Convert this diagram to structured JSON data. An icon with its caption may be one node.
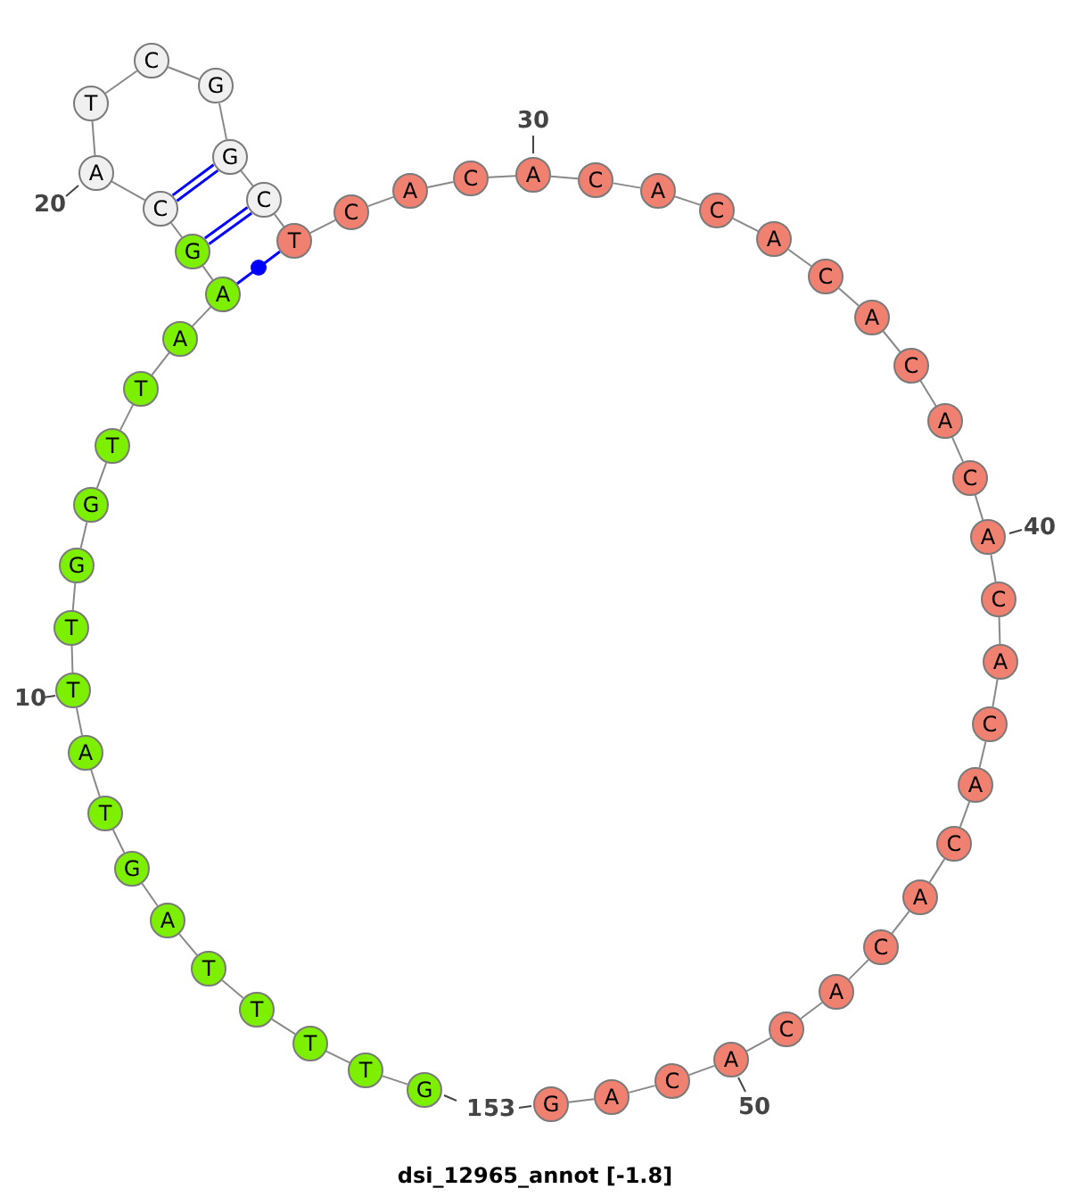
{
  "diagram": {
    "title": "dsi_12965_annot [-1.8]",
    "nodes": [
      {
        "text": [
          "G"
        ],
        "beside": [
          "1"
        ]
      },
      {
        "text": [
          "T"
        ]
      },
      {
        "text": [
          "T"
        ]
      },
      {
        "text": [
          "T"
        ]
      },
      {
        "text": [
          "T"
        ]
      },
      {
        "text": [
          "A"
        ]
      },
      {
        "text": [
          "G"
        ]
      },
      {
        "text": [
          "T"
        ]
      },
      {
        "text": [
          "A"
        ]
      },
      {
        "text": [
          "T"
        ],
        "beside": [
          "10"
        ]
      },
      {
        "text": [
          "T"
        ]
      },
      {
        "text": [
          "G"
        ]
      },
      {
        "text": [
          "G"
        ]
      },
      {
        "text": [
          "T"
        ]
      },
      {
        "text": [
          "T"
        ]
      },
      {
        "text": [
          "A"
        ]
      },
      {
        "text": [
          "A"
        ]
      },
      {
        "text": [
          "G"
        ]
      },
      {
        "text": [
          "C"
        ]
      },
      {
        "text": [
          "A"
        ],
        "beside": [
          "20"
        ]
      },
      {
        "text": [
          "T"
        ]
      },
      {
        "text": [
          "C"
        ]
      },
      {
        "text": [
          "G"
        ]
      },
      {
        "text": [
          "G"
        ]
      },
      {
        "text": [
          "C"
        ]
      },
      {
        "text": [
          "T"
        ]
      },
      {
        "text": [
          "C"
        ]
      },
      {
        "text": [
          "A"
        ]
      },
      {
        "text": [
          "C"
        ]
      },
      {
        "text": [
          "A"
        ],
        "beside": [
          "30"
        ]
      },
      {
        "text": [
          "C"
        ]
      },
      {
        "text": [
          "A"
        ]
      },
      {
        "text": [
          "C"
        ]
      },
      {
        "text": [
          "A"
        ]
      },
      {
        "text": [
          "C"
        ]
      },
      {
        "text": [
          "A"
        ]
      },
      {
        "text": [
          "C"
        ]
      },
      {
        "text": [
          "A"
        ]
      },
      {
        "text": [
          "C"
        ]
      },
      {
        "text": [
          "A"
        ],
        "beside": [
          "40"
        ]
      },
      {
        "text": [
          "C"
        ]
      },
      {
        "text": [
          "A"
        ]
      },
      {
        "text": [
          "C"
        ]
      },
      {
        "text": [
          "A"
        ]
      },
      {
        "text": [
          "C"
        ]
      },
      {
        "text": [
          "A"
        ]
      },
      {
        "text": [
          "C"
        ]
      },
      {
        "text": [
          "A"
        ]
      },
      {
        "text": [
          "C"
        ]
      },
      {
        "text": [
          "A"
        ],
        "beside": [
          "50"
        ]
      },
      {
        "text": [
          "C"
        ]
      },
      {
        "text": [
          "A"
        ]
      },
      {
        "text": [
          "G"
        ],
        "beside": [
          "53"
        ]
      }
    ],
    "edges": [
      {
        "from": 0,
        "to": 1,
        "arrow": "none"
      },
      {
        "from": 1,
        "to": 2,
        "arrow": "none"
      },
      {
        "from": 2,
        "to": 3,
        "arrow": "none"
      },
      {
        "from": 3,
        "to": 4,
        "arrow": "none"
      },
      {
        "from": 4,
        "to": 5,
        "arrow": "none"
      },
      {
        "from": 5,
        "to": 6,
        "arrow": "none"
      },
      {
        "from": 6,
        "to": 7,
        "arrow": "none"
      },
      {
        "from": 7,
        "to": 8,
        "arrow": "none"
      },
      {
        "from": 8,
        "to": 9,
        "arrow": "none"
      },
      {
        "from": 9,
        "to": 10,
        "arrow": "none"
      },
      {
        "from": 10,
        "to": 11,
        "arrow": "none"
      },
      {
        "from": 11,
        "to": 12,
        "arrow": "none"
      },
      {
        "from": 12,
        "to": 13,
        "arrow": "none"
      },
      {
        "from": 13,
        "to": 14,
        "arrow": "none"
      },
      {
        "from": 14,
        "to": 15,
        "arrow": "none"
      },
      {
        "from": 15,
        "to": 16,
        "arrow": "none"
      },
      {
        "from": 16,
        "to": 17,
        "arrow": "none"
      },
      {
        "from": 17,
        "to": 18,
        "arrow": "none"
      },
      {
        "from": 18,
        "to": 19,
        "arrow": "none"
      },
      {
        "from": 19,
        "to": 20,
        "arrow": "none"
      },
      {
        "from": 20,
        "to": 21,
        "arrow": "none"
      },
      {
        "from": 21,
        "to": 22,
        "arrow": "none"
      },
      {
        "from": 22,
        "to": 23,
        "arrow": "none"
      },
      {
        "from": 23,
        "to": 24,
        "arrow": "none"
      },
      {
        "from": 24,
        "to": 25,
        "arrow": "none"
      },
      {
        "from": 25,
        "to": 26,
        "arrow": "none"
      },
      {
        "from": 26,
        "to": 27,
        "arrow": "none"
      },
      {
        "from": 27,
        "to": 28,
        "arrow": "none"
      },
      {
        "from": 28,
        "to": 29,
        "arrow": "none"
      },
      {
        "from": 29,
        "to": 30,
        "arrow": "none"
      },
      {
        "from": 30,
        "to": 31,
        "arrow": "none"
      },
      {
        "from": 31,
        "to": 32,
        "arrow": "none"
      },
      {
        "from": 32,
        "to": 33,
        "arrow": "none"
      },
      {
        "from": 33,
        "to": 34,
        "arrow": "none"
      },
      {
        "from": 34,
        "to": 35,
        "arrow": "none"
      },
      {
        "from": 35,
        "to": 36,
        "arrow": "none"
      },
      {
        "from": 36,
        "to": 37,
        "arrow": "none"
      },
      {
        "from": 37,
        "to": 38,
        "arrow": "none"
      },
      {
        "from": 38,
        "to": 39,
        "arrow": "none"
      },
      {
        "from": 39,
        "to": 40,
        "arrow": "none"
      },
      {
        "from": 40,
        "to": 41,
        "arrow": "none"
      },
      {
        "from": 41,
        "to": 42,
        "arrow": "none"
      },
      {
        "from": 42,
        "to": 43,
        "arrow": "none"
      },
      {
        "from": 43,
        "to": 44,
        "arrow": "none"
      },
      {
        "from": 44,
        "to": 45,
        "arrow": "none"
      },
      {
        "from": 45,
        "to": 46,
        "arrow": "none"
      },
      {
        "from": 46,
        "to": 47,
        "arrow": "none"
      },
      {
        "from": 47,
        "to": 48,
        "arrow": "none"
      },
      {
        "from": 48,
        "to": 49,
        "arrow": "none"
      },
      {
        "from": 49,
        "to": 50,
        "arrow": "none"
      },
      {
        "from": 50,
        "to": 51,
        "arrow": "none"
      },
      {
        "from": 51,
        "to": 52,
        "arrow": "none"
      },
      {
        "from": 17,
        "to": 24,
        "arrow": "none",
        "color": "#0000ff"
      },
      {
        "from": 18,
        "to": 23,
        "arrow": "none",
        "color": "#0000ff"
      },
      {
        "from": 16,
        "to": 25,
        "arrow": "none",
        "color": "#0000ff"
      }
    ]
  }
}
